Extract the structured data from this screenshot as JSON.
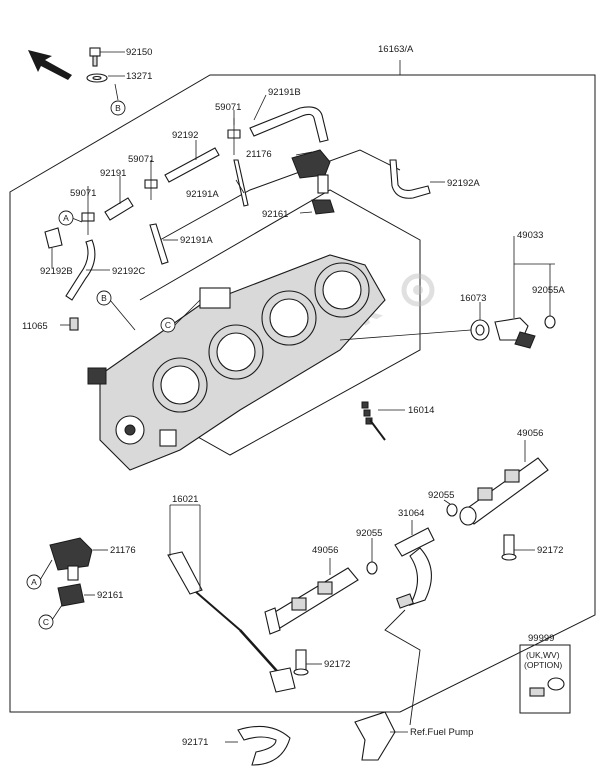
{
  "labels": {
    "p92150": "92150",
    "p13271": "13271",
    "p16163A": "16163/A",
    "p92191B": "92191B",
    "p59071a": "59071",
    "p92192": "92192",
    "p21176a": "21176",
    "p59071b": "59071",
    "p92191": "92191",
    "p92191A1": "92191A",
    "p92192A": "92192A",
    "p59071c": "59071",
    "p92161a": "92161",
    "p92191A2": "92191A",
    "p49033": "49033",
    "p92192B": "92192B",
    "p92192C": "92192C",
    "p92055A": "92055A",
    "p16073": "16073",
    "p11065": "11065",
    "p16014": "16014",
    "p49056a": "49056",
    "p16021": "16021",
    "p92055a": "92055",
    "p31064": "31064",
    "p21176b": "21176",
    "p92055b": "92055",
    "p92161b": "92161",
    "p49056b": "49056",
    "p92172a": "92172",
    "p99999": "99999",
    "p92172b": "92172",
    "option_line1": "(UK,WV)",
    "option_line2": "(OPTION)",
    "ref_fuel_pump": "Ref.Fuel Pump",
    "p92171": "92171"
  },
  "callouts": {
    "A": "A",
    "B": "B",
    "C": "C"
  },
  "watermark": "PartsRepublik"
}
